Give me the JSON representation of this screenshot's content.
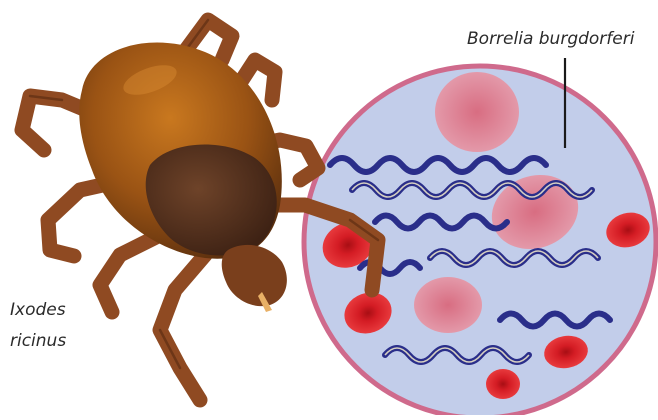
{
  "labels": {
    "bacterium": "Borrelia burgdorferi",
    "tick_line1": "Ixodes",
    "tick_line2": "ricinus"
  },
  "colors": {
    "circle_fill": "#c2cdea",
    "circle_border": "#cf6a8c",
    "spirochete": "#2a2e8a",
    "rbc_in_focus": "#d81c26",
    "rbc_out_of_focus": "#e58a99",
    "tick_body": "#a0561a",
    "tick_scutum": "#5a3320",
    "tick_legs": "#8f4a22"
  },
  "icons": {
    "tick": "ixodes-tick-illustration",
    "blood_view": "magnified-blood-circle"
  }
}
